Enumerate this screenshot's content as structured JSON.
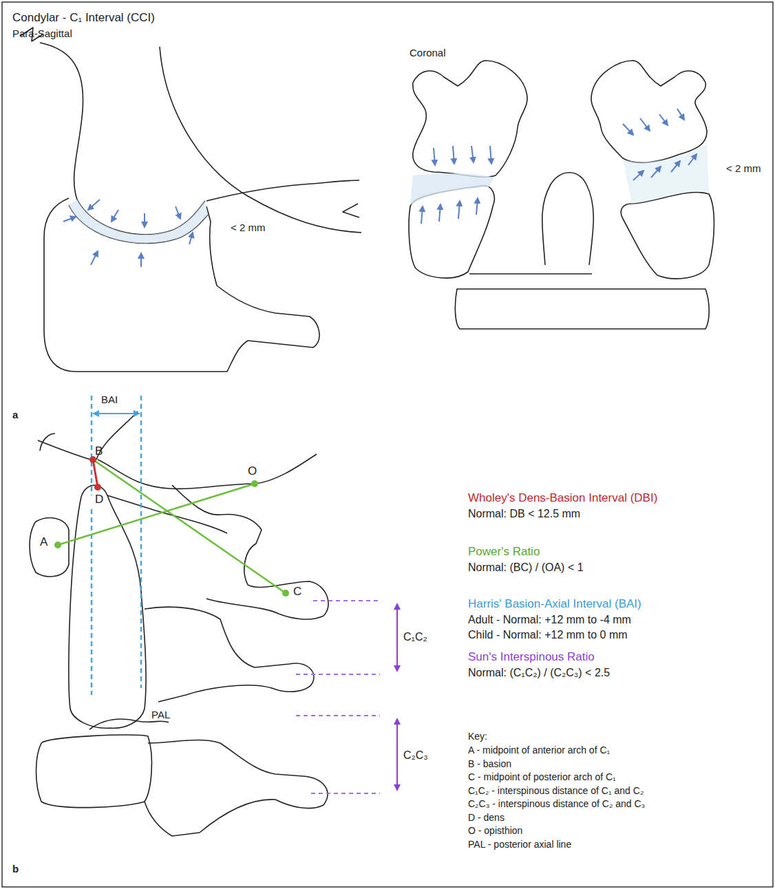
{
  "diagram": {
    "title": "Condylar - C₁ Interval (CCI)",
    "labels": [
      "Para-Sagittal",
      "Coronal",
      "< 2 mm",
      "< 2 mm",
      "a",
      "BAI",
      "B",
      "D",
      "O",
      "A",
      "C",
      "C₁C₂",
      "PAL",
      "C₂C₃",
      "b",
      "Wholey's Dens-Basion Interval (DBI)",
      "Normal: DB < 12.5 mm",
      "Power's Ratio",
      "Normal: (BC) / (OA) < 1",
      "Harris' Basion-Axial Interval (BAI)",
      "Adult - Normal: +12 mm to -4 mm",
      "Child - Normal: +12 mm to 0 mm",
      "Sun's Interspinous Ratio",
      "Normal: (C₁C₂) / (C₂C₃) < 2.5",
      "Key:",
      "A - midpoint of anterior arch of C₁",
      "B - basion",
      "C - midpoint of posterior arch of C₁",
      "C₁C₂ - interspinous distance of C₁ and C₂",
      "C₂C₃ - interspinous distance of C₂ and C₃",
      "D - dens",
      "O - opisthion",
      "PAL - posterior axial line"
    ]
  }
}
